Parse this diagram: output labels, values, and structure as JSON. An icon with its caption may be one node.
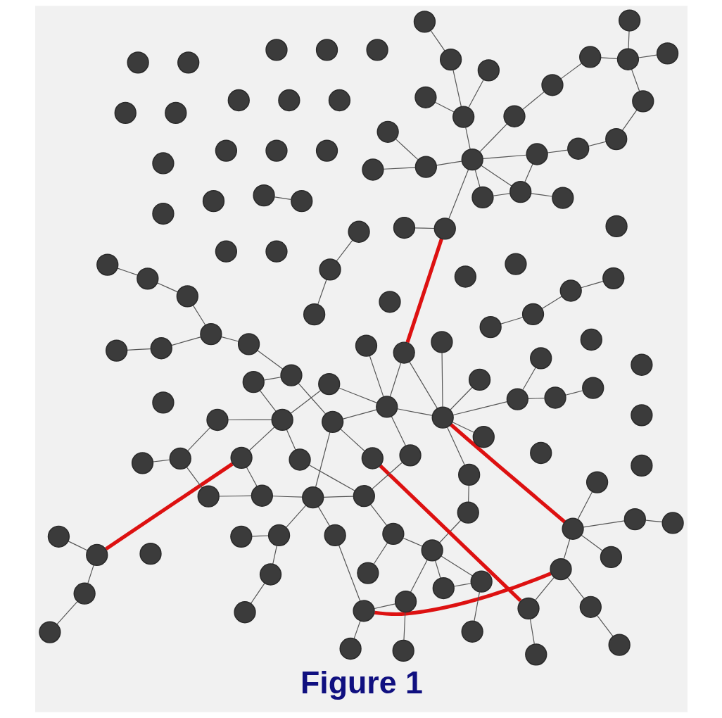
{
  "diagram": {
    "caption": "Figure 1",
    "nodes": [
      {
        "text": [],
        "shape": "circle"
      },
      {
        "text": [],
        "shape": "circle"
      },
      {
        "text": [],
        "shape": "circle"
      },
      {
        "text": [],
        "shape": "circle"
      },
      {
        "text": [],
        "shape": "circle"
      },
      {
        "text": [],
        "shape": "circle"
      },
      {
        "text": [],
        "shape": "circle"
      },
      {
        "text": [],
        "shape": "circle"
      },
      {
        "text": [],
        "shape": "circle"
      },
      {
        "text": [],
        "shape": "circle"
      },
      {
        "text": [],
        "shape": "circle"
      },
      {
        "text": [],
        "shape": "circle"
      },
      {
        "text": [],
        "shape": "circle"
      },
      {
        "text": [],
        "shape": "circle"
      },
      {
        "text": [],
        "shape": "circle"
      },
      {
        "text": [],
        "shape": "circle"
      },
      {
        "text": [],
        "shape": "circle"
      },
      {
        "text": [],
        "shape": "circle"
      },
      {
        "text": [],
        "shape": "circle"
      },
      {
        "text": [],
        "shape": "circle"
      },
      {
        "text": [],
        "shape": "circle"
      },
      {
        "text": [],
        "shape": "circle"
      },
      {
        "text": [],
        "shape": "circle"
      },
      {
        "text": [],
        "shape": "circle"
      },
      {
        "text": [],
        "shape": "circle"
      },
      {
        "text": [],
        "shape": "circle"
      },
      {
        "text": [],
        "shape": "circle"
      },
      {
        "text": [],
        "shape": "circle"
      },
      {
        "text": [],
        "shape": "circle"
      },
      {
        "text": [],
        "shape": "circle"
      },
      {
        "text": [],
        "shape": "circle"
      },
      {
        "text": [],
        "shape": "circle"
      },
      {
        "text": [],
        "shape": "circle"
      },
      {
        "text": [],
        "shape": "circle"
      },
      {
        "text": [],
        "shape": "circle"
      },
      {
        "text": [],
        "shape": "circle"
      },
      {
        "text": [],
        "shape": "circle"
      },
      {
        "text": [],
        "shape": "circle"
      },
      {
        "text": [],
        "shape": "circle"
      },
      {
        "text": [],
        "shape": "circle"
      },
      {
        "text": [],
        "shape": "circle"
      },
      {
        "text": [],
        "shape": "circle"
      },
      {
        "text": [],
        "shape": "circle"
      },
      {
        "text": [],
        "shape": "circle"
      },
      {
        "text": [],
        "shape": "circle"
      },
      {
        "text": [],
        "shape": "circle"
      },
      {
        "text": [],
        "shape": "circle"
      },
      {
        "text": [],
        "shape": "circle"
      },
      {
        "text": [],
        "shape": "circle"
      },
      {
        "text": [],
        "shape": "circle"
      },
      {
        "text": [],
        "shape": "circle"
      },
      {
        "text": [],
        "shape": "circle"
      },
      {
        "text": [],
        "shape": "circle"
      },
      {
        "text": [],
        "shape": "circle"
      },
      {
        "text": [],
        "shape": "circle"
      },
      {
        "text": [],
        "shape": "circle"
      },
      {
        "text": [],
        "shape": "circle"
      },
      {
        "text": [],
        "shape": "circle"
      },
      {
        "text": [],
        "shape": "circle"
      },
      {
        "text": [],
        "shape": "circle"
      },
      {
        "text": [],
        "shape": "circle"
      },
      {
        "text": [],
        "shape": "circle"
      },
      {
        "text": [],
        "shape": "circle"
      },
      {
        "text": [],
        "shape": "circle"
      },
      {
        "text": [],
        "shape": "circle"
      },
      {
        "text": [],
        "shape": "circle"
      },
      {
        "text": [],
        "shape": "circle"
      },
      {
        "text": [],
        "shape": "circle"
      },
      {
        "text": [],
        "shape": "circle"
      },
      {
        "text": [],
        "shape": "circle"
      },
      {
        "text": [],
        "shape": "circle"
      },
      {
        "text": [],
        "shape": "circle"
      },
      {
        "text": [],
        "shape": "circle"
      },
      {
        "text": [],
        "shape": "circle"
      },
      {
        "text": [],
        "shape": "circle"
      },
      {
        "text": [],
        "shape": "circle"
      },
      {
        "text": [],
        "shape": "circle"
      },
      {
        "text": [],
        "shape": "circle"
      },
      {
        "text": [],
        "shape": "circle"
      },
      {
        "text": [],
        "shape": "circle"
      },
      {
        "text": [],
        "shape": "circle"
      },
      {
        "text": [],
        "shape": "circle"
      },
      {
        "text": [],
        "shape": "circle"
      },
      {
        "text": [],
        "shape": "circle"
      },
      {
        "text": [],
        "shape": "circle"
      },
      {
        "text": [],
        "shape": "circle"
      },
      {
        "text": [],
        "shape": "circle"
      },
      {
        "text": [],
        "shape": "circle"
      },
      {
        "text": [],
        "shape": "circle"
      },
      {
        "text": [],
        "shape": "circle"
      },
      {
        "text": [],
        "shape": "circle"
      },
      {
        "text": [],
        "shape": "circle"
      },
      {
        "text": [],
        "shape": "circle"
      },
      {
        "text": [],
        "shape": "circle"
      },
      {
        "text": [],
        "shape": "circle"
      },
      {
        "text": [],
        "shape": "circle"
      },
      {
        "text": [],
        "shape": "circle"
      },
      {
        "text": [],
        "shape": "circle"
      },
      {
        "text": [],
        "shape": "circle"
      },
      {
        "text": [],
        "shape": "circle"
      },
      {
        "text": [],
        "shape": "circle"
      },
      {
        "text": [],
        "shape": "circle"
      },
      {
        "text": [],
        "shape": "circle"
      },
      {
        "text": [],
        "shape": "circle"
      },
      {
        "text": [],
        "shape": "circle"
      },
      {
        "text": [],
        "shape": "circle"
      },
      {
        "text": [],
        "shape": "circle"
      },
      {
        "text": [],
        "shape": "circle"
      },
      {
        "text": [],
        "shape": "circle"
      },
      {
        "text": [],
        "shape": "circle"
      },
      {
        "text": [],
        "shape": "circle"
      },
      {
        "text": [],
        "shape": "circle"
      },
      {
        "text": [],
        "shape": "circle"
      },
      {
        "text": [],
        "shape": "circle"
      },
      {
        "text": [],
        "shape": "circle"
      },
      {
        "text": [],
        "shape": "circle"
      },
      {
        "text": [],
        "shape": "circle"
      },
      {
        "text": [],
        "shape": "circle"
      },
      {
        "text": [],
        "shape": "circle"
      },
      {
        "text": [],
        "shape": "circle"
      },
      {
        "text": [],
        "shape": "circle"
      },
      {
        "text": [],
        "shape": "circle"
      },
      {
        "text": [],
        "shape": "circle"
      },
      {
        "text": [],
        "shape": "circle"
      },
      {
        "text": [],
        "shape": "circle"
      },
      {
        "text": [],
        "shape": "circle"
      },
      {
        "text": [],
        "shape": "circle"
      }
    ],
    "edges": [
      {
        "from": 10,
        "to": 87,
        "arrow": "none",
        "style": "thick",
        "color": "#dd1111"
      },
      {
        "from": 20,
        "to": 47,
        "arrow": "none",
        "style": "thick",
        "color": "#dd1111"
      },
      {
        "from": 25,
        "to": 60,
        "arrow": "none",
        "style": "thick",
        "color": "#dd1111"
      },
      {
        "from": 26,
        "to": 78,
        "arrow": "none",
        "style": "thick",
        "color": "#dd1111"
      },
      {
        "from": 44,
        "to": 79,
        "arrow": "none",
        "style": "thick",
        "color": "#dd1111"
      },
      {
        "from": 9,
        "to": 10,
        "arrow": "none"
      },
      {
        "from": 10,
        "to": 15,
        "arrow": "none"
      },
      {
        "from": 7,
        "to": 24,
        "arrow": "none"
      },
      {
        "from": 7,
        "to": 14,
        "arrow": "none"
      },
      {
        "from": 10,
        "to": 25,
        "arrow": "none"
      },
      {
        "from": 10,
        "to": 33,
        "arrow": "none"
      },
      {
        "from": 8,
        "to": 96,
        "arrow": "none"
      },
      {
        "from": 11,
        "to": 33,
        "arrow": "none"
      },
      {
        "from": 13,
        "to": 67,
        "arrow": "none"
      },
      {
        "from": 19,
        "to": 35,
        "arrow": "none"
      },
      {
        "from": 25,
        "to": 43,
        "arrow": "none"
      },
      {
        "from": 34,
        "to": 20,
        "arrow": "none"
      },
      {
        "from": 44,
        "to": 38,
        "arrow": "none"
      },
      {
        "from": 25,
        "to": 26,
        "arrow": "none"
      },
      {
        "from": 26,
        "to": 51,
        "arrow": "none"
      },
      {
        "from": 35,
        "to": 69,
        "arrow": "none"
      },
      {
        "from": 35,
        "to": 76,
        "arrow": "none"
      },
      {
        "from": 35,
        "to": 110,
        "arrow": "none"
      },
      {
        "from": 20,
        "to": 36,
        "arrow": "none"
      },
      {
        "from": 37,
        "to": 96,
        "arrow": "none"
      },
      {
        "from": 36,
        "to": 50,
        "arrow": "none"
      },
      {
        "from": 43,
        "to": 66,
        "arrow": "none"
      },
      {
        "from": 44,
        "to": 110,
        "arrow": "none"
      },
      {
        "from": 68,
        "to": 75,
        "arrow": "none"
      },
      {
        "from": 68,
        "to": 96,
        "arrow": "none"
      },
      {
        "from": 75,
        "to": 86,
        "arrow": "none"
      },
      {
        "from": 86,
        "to": 110,
        "arrow": "none"
      },
      {
        "from": 69,
        "to": 77,
        "arrow": "none"
      },
      {
        "from": 77,
        "to": 89,
        "arrow": "none"
      },
      {
        "from": 89,
        "to": 100,
        "arrow": "none"
      },
      {
        "from": 96,
        "to": 100,
        "arrow": "none"
      },
      {
        "from": 76,
        "to": 110,
        "arrow": "none"
      },
      {
        "from": 69,
        "to": 110,
        "arrow": "none"
      },
      {
        "from": 106,
        "to": 120,
        "arrow": "none"
      },
      {
        "from": 110,
        "to": 120,
        "arrow": "none"
      },
      {
        "from": 110,
        "to": 124,
        "arrow": "none"
      },
      {
        "from": 119,
        "to": 124,
        "arrow": "none"
      },
      {
        "from": 123,
        "to": 120,
        "arrow": "none"
      },
      {
        "from": 122,
        "to": 124,
        "arrow": "none"
      },
      {
        "from": 122,
        "to": 126,
        "arrow": "none"
      },
      {
        "from": 124,
        "to": 125,
        "arrow": "none"
      },
      {
        "from": 17,
        "to": 21,
        "arrow": "none"
      },
      {
        "from": 17,
        "to": 22,
        "arrow": "none"
      },
      {
        "from": 18,
        "to": 42,
        "arrow": "none"
      },
      {
        "from": 18,
        "to": 64,
        "arrow": "none"
      },
      {
        "from": 18,
        "to": 81,
        "arrow": "none"
      },
      {
        "from": 17,
        "to": 47,
        "arrow": "none"
      },
      {
        "from": 17,
        "to": 59,
        "arrow": "none"
      },
      {
        "from": 18,
        "to": 90,
        "arrow": "none"
      },
      {
        "from": 21,
        "to": 31,
        "arrow": "none"
      },
      {
        "from": 22,
        "to": 32,
        "arrow": "none"
      },
      {
        "from": 23,
        "to": 31,
        "arrow": "none"
      },
      {
        "from": 17,
        "to": 28,
        "arrow": "none"
      },
      {
        "from": 18,
        "to": 29,
        "arrow": "none"
      },
      {
        "from": 42,
        "to": 40,
        "arrow": "none"
      },
      {
        "from": 42,
        "to": 32,
        "arrow": "none"
      },
      {
        "from": 30,
        "to": 62,
        "arrow": "none"
      },
      {
        "from": 29,
        "to": 81,
        "arrow": "none"
      },
      {
        "from": 28,
        "to": 114,
        "arrow": "none"
      },
      {
        "from": 31,
        "to": 63,
        "arrow": "none"
      },
      {
        "from": 32,
        "to": 58,
        "arrow": "none"
      },
      {
        "from": 32,
        "to": 107,
        "arrow": "none"
      },
      {
        "from": 48,
        "to": 61,
        "arrow": "none"
      },
      {
        "from": 49,
        "to": 60,
        "arrow": "none"
      },
      {
        "from": 46,
        "to": 116,
        "arrow": "none"
      },
      {
        "from": 47,
        "to": 115,
        "arrow": "none"
      },
      {
        "from": 53,
        "to": 95,
        "arrow": "none"
      },
      {
        "from": 56,
        "to": 117,
        "arrow": "none"
      },
      {
        "from": 57,
        "to": 109,
        "arrow": "none"
      },
      {
        "from": 58,
        "to": 114,
        "arrow": "none"
      },
      {
        "from": 59,
        "to": 108,
        "arrow": "none"
      },
      {
        "from": 60,
        "to": 80,
        "arrow": "none"
      },
      {
        "from": 60,
        "to": 90,
        "arrow": "none"
      },
      {
        "from": 62,
        "to": 116,
        "arrow": "none"
      },
      {
        "from": 63,
        "to": 115,
        "arrow": "none"
      },
      {
        "from": 64,
        "to": 94,
        "arrow": "none"
      },
      {
        "from": 71,
        "to": 117,
        "arrow": "none"
      },
      {
        "from": 72,
        "to": 81,
        "arrow": "none"
      },
      {
        "from": 78,
        "to": 118,
        "arrow": "none"
      },
      {
        "from": 79,
        "to": 114,
        "arrow": "none"
      },
      {
        "from": 80,
        "to": 107,
        "arrow": "none"
      },
      {
        "from": 87,
        "to": 83,
        "arrow": "none"
      },
      {
        "from": 83,
        "to": 73,
        "arrow": "none"
      },
      {
        "from": 87,
        "to": 88,
        "arrow": "none"
      },
      {
        "from": 87,
        "to": 93,
        "arrow": "none"
      },
      {
        "from": 87,
        "to": 82,
        "arrow": "none"
      },
      {
        "from": 87,
        "to": 79,
        "arrow": "none"
      },
      {
        "from": 87,
        "to": 94,
        "arrow": "none"
      },
      {
        "from": 87,
        "to": 114,
        "arrow": "none"
      },
      {
        "from": 83,
        "to": 48,
        "arrow": "none"
      },
      {
        "from": 95,
        "to": 109,
        "arrow": "none"
      },
      {
        "from": 95,
        "to": 107,
        "arrow": "none"
      },
      {
        "from": 107,
        "to": 115,
        "arrow": "none"
      },
      {
        "from": 108,
        "to": 118,
        "arrow": "none"
      },
      {
        "from": 108,
        "to": 91,
        "arrow": "none"
      },
      {
        "from": 91,
        "to": 101,
        "arrow": "none"
      },
      {
        "from": 92,
        "to": 114,
        "arrow": "none"
      },
      {
        "from": 118,
        "to": 114,
        "arrow": "none"
      },
      {
        "from": 118,
        "to": 107,
        "arrow": "none"
      },
      {
        "from": 101,
        "to": 102,
        "arrow": "none"
      },
      {
        "from": 102,
        "to": 103,
        "arrow": "none"
      },
      {
        "from": 90,
        "to": 112,
        "arrow": "none"
      },
      {
        "from": 56,
        "to": 101,
        "arrow": "none"
      }
    ]
  }
}
